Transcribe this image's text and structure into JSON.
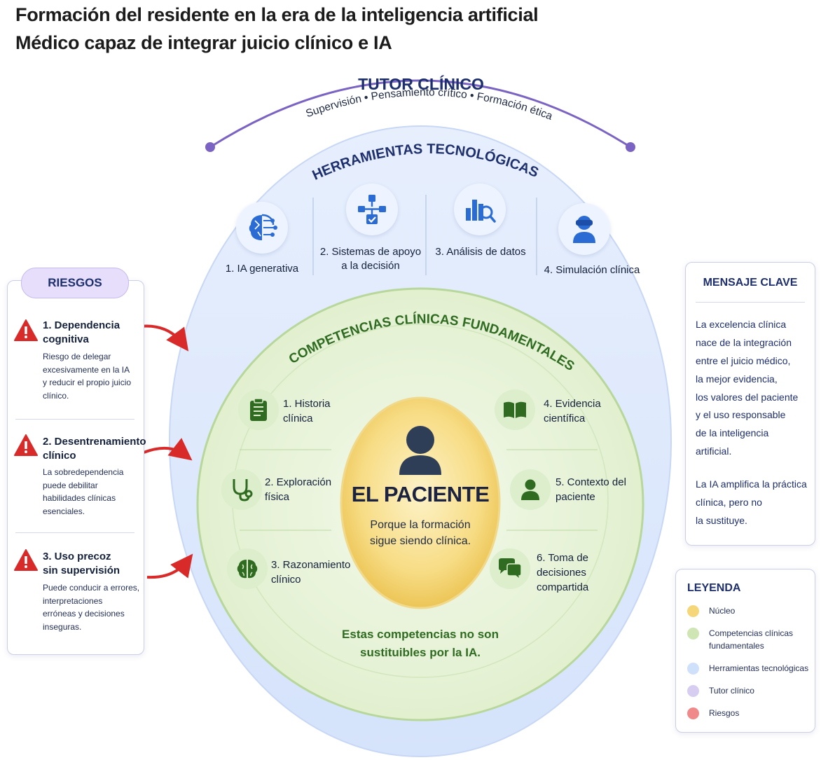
{
  "title_line1": "Formación del residente en la era de la inteligencia artificial",
  "title_line2": "Médico capaz de integrar juicio clínico e IA",
  "tutor": {
    "title": "TUTOR CLÍNICO",
    "items": [
      "Supervisión",
      "Pensamiento crítico",
      "Formación ética"
    ]
  },
  "tools": {
    "title": "HERRAMIENTAS TECNOLÓGICAS",
    "items": [
      {
        "label": "1. IA generativa",
        "icon": "brain-network-icon"
      },
      {
        "label_line1": "2. Sistemas de apoyo",
        "label_line2": "a la decisión",
        "icon": "flowchart-icon"
      },
      {
        "label": "3. Análisis de datos",
        "icon": "bar-chart-magnifier-icon"
      },
      {
        "label": "4. Simulación clínica",
        "icon": "vr-headset-person-icon"
      }
    ]
  },
  "competencies": {
    "title": "COMPETENCIAS CLÍNICAS FUNDAMENTALES",
    "items": [
      {
        "line1": "1. Historia",
        "line2": "clínica",
        "icon": "clipboard-icon"
      },
      {
        "line1": "2. Exploración",
        "line2": "física",
        "icon": "stethoscope-icon"
      },
      {
        "line1": "3. Razonamiento",
        "line2": "clínico",
        "icon": "brain-icon"
      },
      {
        "line1": "4. Evidencia",
        "line2": "científica",
        "icon": "open-book-icon"
      },
      {
        "line1": "5. Contexto del",
        "line2": "paciente",
        "icon": "person-icon"
      },
      {
        "line1": "6. Toma de",
        "line2": "decisiones",
        "line3": "compartida",
        "icon": "chat-bubbles-icon"
      }
    ],
    "note_line1": "Estas competencias no son",
    "note_line2": "sustituibles por la IA."
  },
  "core": {
    "title": "EL PACIENTE",
    "line1": "Porque la formación",
    "line2": "sigue siendo clínica."
  },
  "risks": {
    "title": "RIESGOS",
    "items": [
      {
        "title1": "1. Dependencia",
        "title2": "cognitiva",
        "d1": "Riesgo de delegar",
        "d2": "excesivamente en la IA",
        "d3": "y reducir el propio juicio",
        "d4": "clínico."
      },
      {
        "title1": "2. Desentrenamiento",
        "title2": "clínico",
        "d1": "La sobredependencia",
        "d2": "puede debilitar",
        "d3": "habilidades clínicas",
        "d4": "esenciales."
      },
      {
        "title1": "3. Uso precoz",
        "title2": "sin supervisión",
        "d1": "Puede conducir a errores,",
        "d2": "interpretaciones",
        "d3": "erróneas y decisiones",
        "d4": "inseguras."
      }
    ]
  },
  "key_message": {
    "title": "MENSAJE CLAVE",
    "p1": [
      "La excelencia clínica",
      "nace de la integración",
      "entre el juicio médico,",
      "la mejor evidencia,",
      "los valores del paciente",
      "y el uso responsable",
      "de la inteligencia",
      "artificial."
    ],
    "p2": [
      "La IA amplifica la práctica",
      "clínica, pero no",
      "la sustituye."
    ]
  },
  "legend": {
    "title": "LEYENDA",
    "items": [
      {
        "label": "Núcleo",
        "color": "#f5d77a"
      },
      {
        "label_line1": "Competencias clínicas",
        "label_line2": "fundamentales",
        "color": "#cfe5b4"
      },
      {
        "label": "Herramientas tecnológicas",
        "color": "#cfe0fb"
      },
      {
        "label": "Tutor clínico",
        "color": "#d7cdf0"
      },
      {
        "label": "Riesgos",
        "color": "#f08a8a"
      }
    ]
  },
  "colors": {
    "core": "#f5d77a",
    "competencies": "#cfe5b4",
    "tools": "#cfe0fb",
    "tutor": "#7a63c2",
    "risk": "#d92a2a",
    "navy": "#1e2f6e",
    "green_text": "#2f6b21"
  }
}
